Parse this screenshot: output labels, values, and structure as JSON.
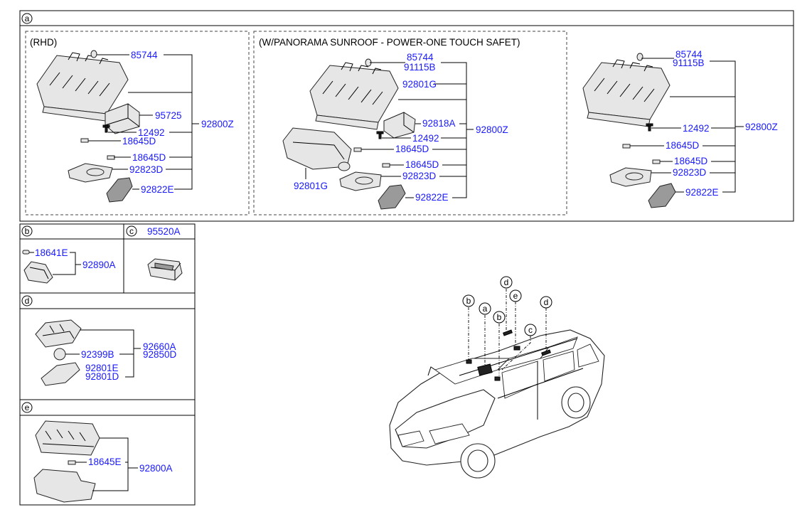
{
  "sections": {
    "a": {
      "letter": "a"
    },
    "b": {
      "letter": "b"
    },
    "c": {
      "letter": "c",
      "part": "95520A"
    },
    "d": {
      "letter": "d"
    },
    "e": {
      "letter": "e"
    }
  },
  "group_rhd": {
    "title": "(RHD)",
    "assembly": "92800Z",
    "parts": [
      "85744",
      "95725",
      "12492",
      "18645D",
      "18645D",
      "92823D",
      "92822E"
    ]
  },
  "group_panorama": {
    "title": "(W/PANORAMA SUNROOF - POWER-ONE TOUCH SAFET)",
    "assembly": "92800Z",
    "parts": [
      "85744",
      "91115B",
      "92801G",
      "92818A",
      "12492",
      "18645D",
      "18645D",
      "92823D",
      "92822E",
      "92801G"
    ]
  },
  "group_std": {
    "assembly": "92800Z",
    "parts": [
      "85744",
      "91115B",
      "12492",
      "18645D",
      "18645D",
      "92823D",
      "92822E"
    ]
  },
  "group_b": {
    "parts": [
      "18641E",
      "92890A"
    ]
  },
  "group_d": {
    "parts": [
      "92660A",
      "92850D",
      "92399B",
      "92801E",
      "92801D"
    ]
  },
  "group_e": {
    "parts": [
      "18645E",
      "92800A"
    ]
  },
  "car_callouts": [
    "b",
    "a",
    "b",
    "d",
    "e",
    "c",
    "d"
  ]
}
